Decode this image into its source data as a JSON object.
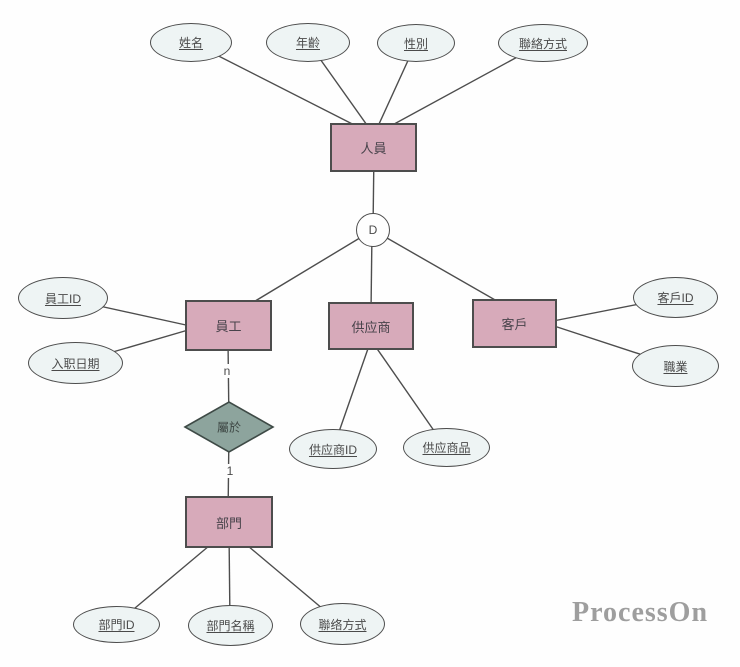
{
  "diagram": {
    "watermark": "ProcessOn",
    "colors": {
      "entity_fill": "#d7aaba",
      "entity_border": "#4d4d4d",
      "attribute_fill": "#eef4f4",
      "attribute_border": "#4d4d4d",
      "relationship_fill": "#8da49d",
      "relationship_border": "#3e4a46",
      "connector": "#4d4d4d",
      "text": "#4a4a4a",
      "watermark_color": "#9e9e9e",
      "background": "#fefefe"
    },
    "entities": [
      {
        "id": "person",
        "label": "人員"
      },
      {
        "id": "employee",
        "label": "員工"
      },
      {
        "id": "supplier",
        "label": "供应商"
      },
      {
        "id": "customer",
        "label": "客戶"
      },
      {
        "id": "department",
        "label": "部門"
      }
    ],
    "relationship": {
      "label": "屬於"
    },
    "specialization": {
      "label": "D"
    },
    "cardinalities": {
      "employee_side": "n",
      "department_side": "1"
    },
    "attributes": {
      "person": [
        "姓名",
        "年齡",
        "性別",
        "聯絡方式"
      ],
      "employee": [
        "員工ID",
        "入职日期"
      ],
      "supplier": [
        "供应商ID",
        "供应商品"
      ],
      "customer": [
        "客戶ID",
        "職業"
      ],
      "department": [
        "部門ID",
        "部門名稱",
        "聯络方式"
      ]
    }
  }
}
